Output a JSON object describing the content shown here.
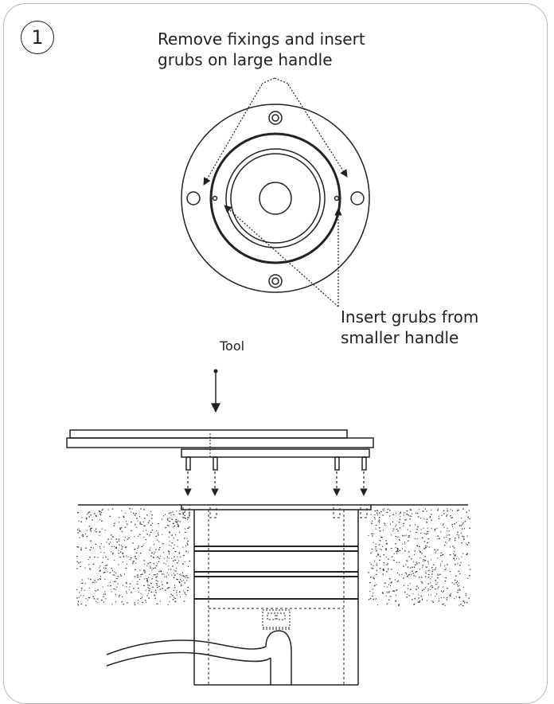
{
  "step": {
    "number": "1"
  },
  "annotations": {
    "remove_fixings": "Remove fixings and insert\ngrubs on large handle",
    "insert_grubs": "Insert grubs from\nsmaller handle",
    "tool": "Tool"
  },
  "colors": {
    "line": "#222222",
    "frame": "#b9b9b9"
  }
}
